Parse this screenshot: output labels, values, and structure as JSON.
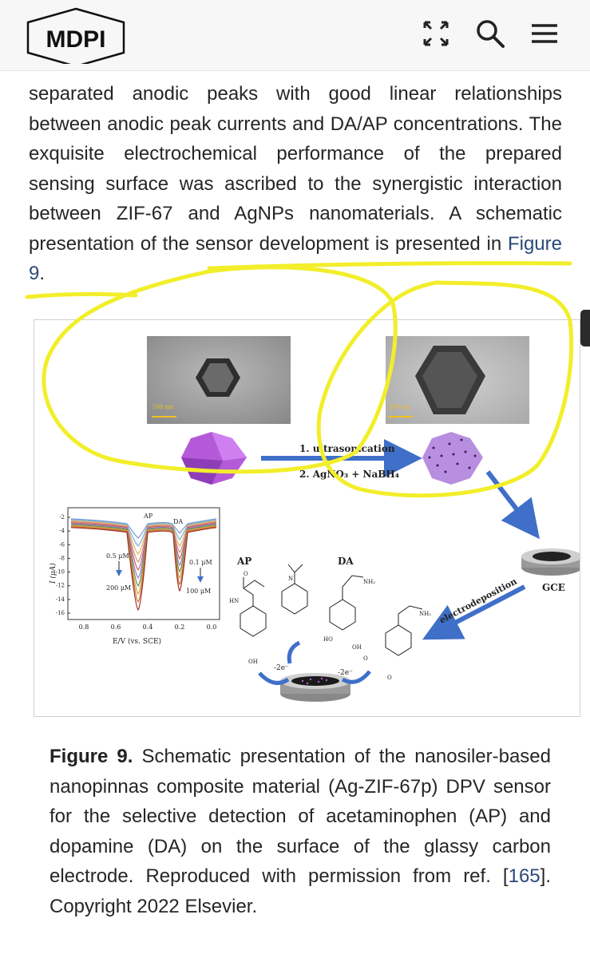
{
  "header": {
    "logo_text": "MDPI",
    "icons": [
      "expand-icon",
      "search-icon",
      "menu-icon"
    ]
  },
  "article": {
    "paragraph_text": "separated anodic peaks with good linear relationships between anodic peak currents and DA/AP concentrations. The exquisite electrochemical performance of the prepared sensing surface was ascribed to the synergistic interaction between ZIF-67 and AgNPs nanomaterials. A schematic presentation of the sensor development is presented in ",
    "figure_link": "Figure 9",
    "paragraph_end": "."
  },
  "figure": {
    "sem_scale_left": "200 nm",
    "sem_scale_right": "200 nm",
    "step1": "1. ultrasonication",
    "step2": "2. AgNO₃ + NaBH₄",
    "electrodeposition_label": "electrodeposition",
    "gce_label": "GCE",
    "ap_label": "AP",
    "da_label": "DA",
    "electron_left": "-2e⁻",
    "electron_right": "-2e⁻",
    "chem_labels": [
      "HN",
      "O",
      "N",
      "NH₂",
      "HO",
      "OH",
      "OH",
      "O",
      "O",
      "NH₂"
    ],
    "graph": {
      "peak_ap": "AP",
      "peak_da": "DA",
      "conc_left_top": "0.5 μM",
      "conc_left_bottom": "200 μM",
      "conc_right_top": "0.1 μM",
      "conc_right_bottom": "100 μM",
      "ylabel": "I (μA)",
      "xlabel": "E/V (vs. SCE)",
      "yticks": [
        "-2",
        "-4",
        "-6",
        "-8",
        "-10",
        "-12",
        "-14",
        "-16"
      ],
      "xticks": [
        "0.8",
        "0.6",
        "0.4",
        "0.2",
        "0.0"
      ],
      "curve_colors": [
        "#7a9ad6",
        "#6fb0d8",
        "#e0b060",
        "#d08a7a",
        "#c55a5a",
        "#9a7ab8",
        "#5a8a5a",
        "#c8a040",
        "#d06a30",
        "#9a3020"
      ]
    }
  },
  "caption": {
    "label": "Figure 9.",
    "text_before": " Schematic presentation of the nanosiler-based nanopinnas composite material (Ag-ZIF-67p) DPV sensor for the selective detection of acetaminophen (AP) and dopamine (DA) on the surface of the glassy carbon electrode. Reproduced with permission from ref. [",
    "ref_link": "165",
    "text_after": "]. Copyright 2022 Elsevier."
  },
  "colors": {
    "link": "#2a4a77",
    "highlighter": "#f2ee2a",
    "arrow": "#3f6fc9",
    "crystal": "#b45ad8"
  }
}
